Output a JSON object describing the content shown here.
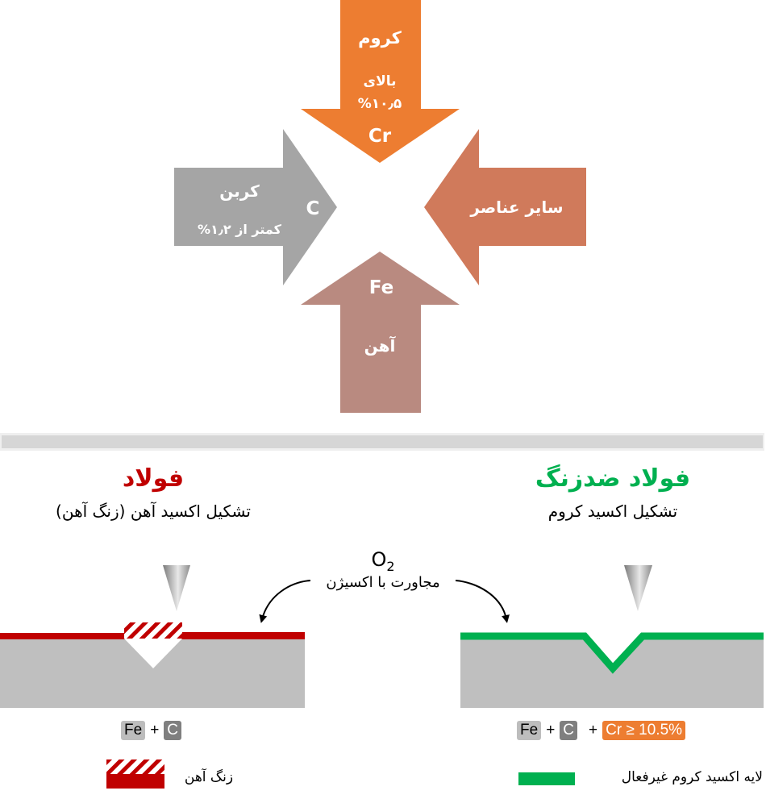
{
  "composition_diagram": {
    "arrows": [
      {
        "id": "chromium",
        "direction": "down",
        "color": "#ED7D31",
        "name": "کروم",
        "detail_line1": "بالای",
        "detail_line2": "%۱۰٫۵",
        "symbol": "Cr"
      },
      {
        "id": "carbon",
        "direction": "right",
        "color": "#A5A5A5",
        "name": "کربن",
        "detail": "کمتر از ۱٫۲%",
        "symbol": "C"
      },
      {
        "id": "other",
        "direction": "left",
        "color": "#D07A5B",
        "name": "سایر عناصر"
      },
      {
        "id": "iron",
        "direction": "up",
        "color": "#B98A80",
        "name": "آهن",
        "symbol": "Fe"
      }
    ]
  },
  "comparison": {
    "steel": {
      "title": "فولاد",
      "title_color": "#C00000",
      "subtitle": "تشکیل اکسید آهن (زنگ آهن)",
      "layer_color": "#C00000",
      "formula": {
        "fe": "Fe",
        "plus1": "+",
        "c": "C"
      },
      "legend": "زنگ آهن"
    },
    "stainless": {
      "title": "فولاد ضدزنگ",
      "title_color": "#00B050",
      "subtitle": "تشکیل اکسید کروم",
      "layer_color": "#00B050",
      "formula": {
        "fe": "Fe",
        "plus1": "+",
        "c": "C",
        "plus2": "+",
        "cr": "Cr ≥ 10.5%"
      },
      "legend": "لایه اکسید کروم غیرفعال"
    },
    "oxygen": {
      "formula_base": "O",
      "formula_sub": "2",
      "label": "مجاورت با اکسیژن"
    }
  }
}
